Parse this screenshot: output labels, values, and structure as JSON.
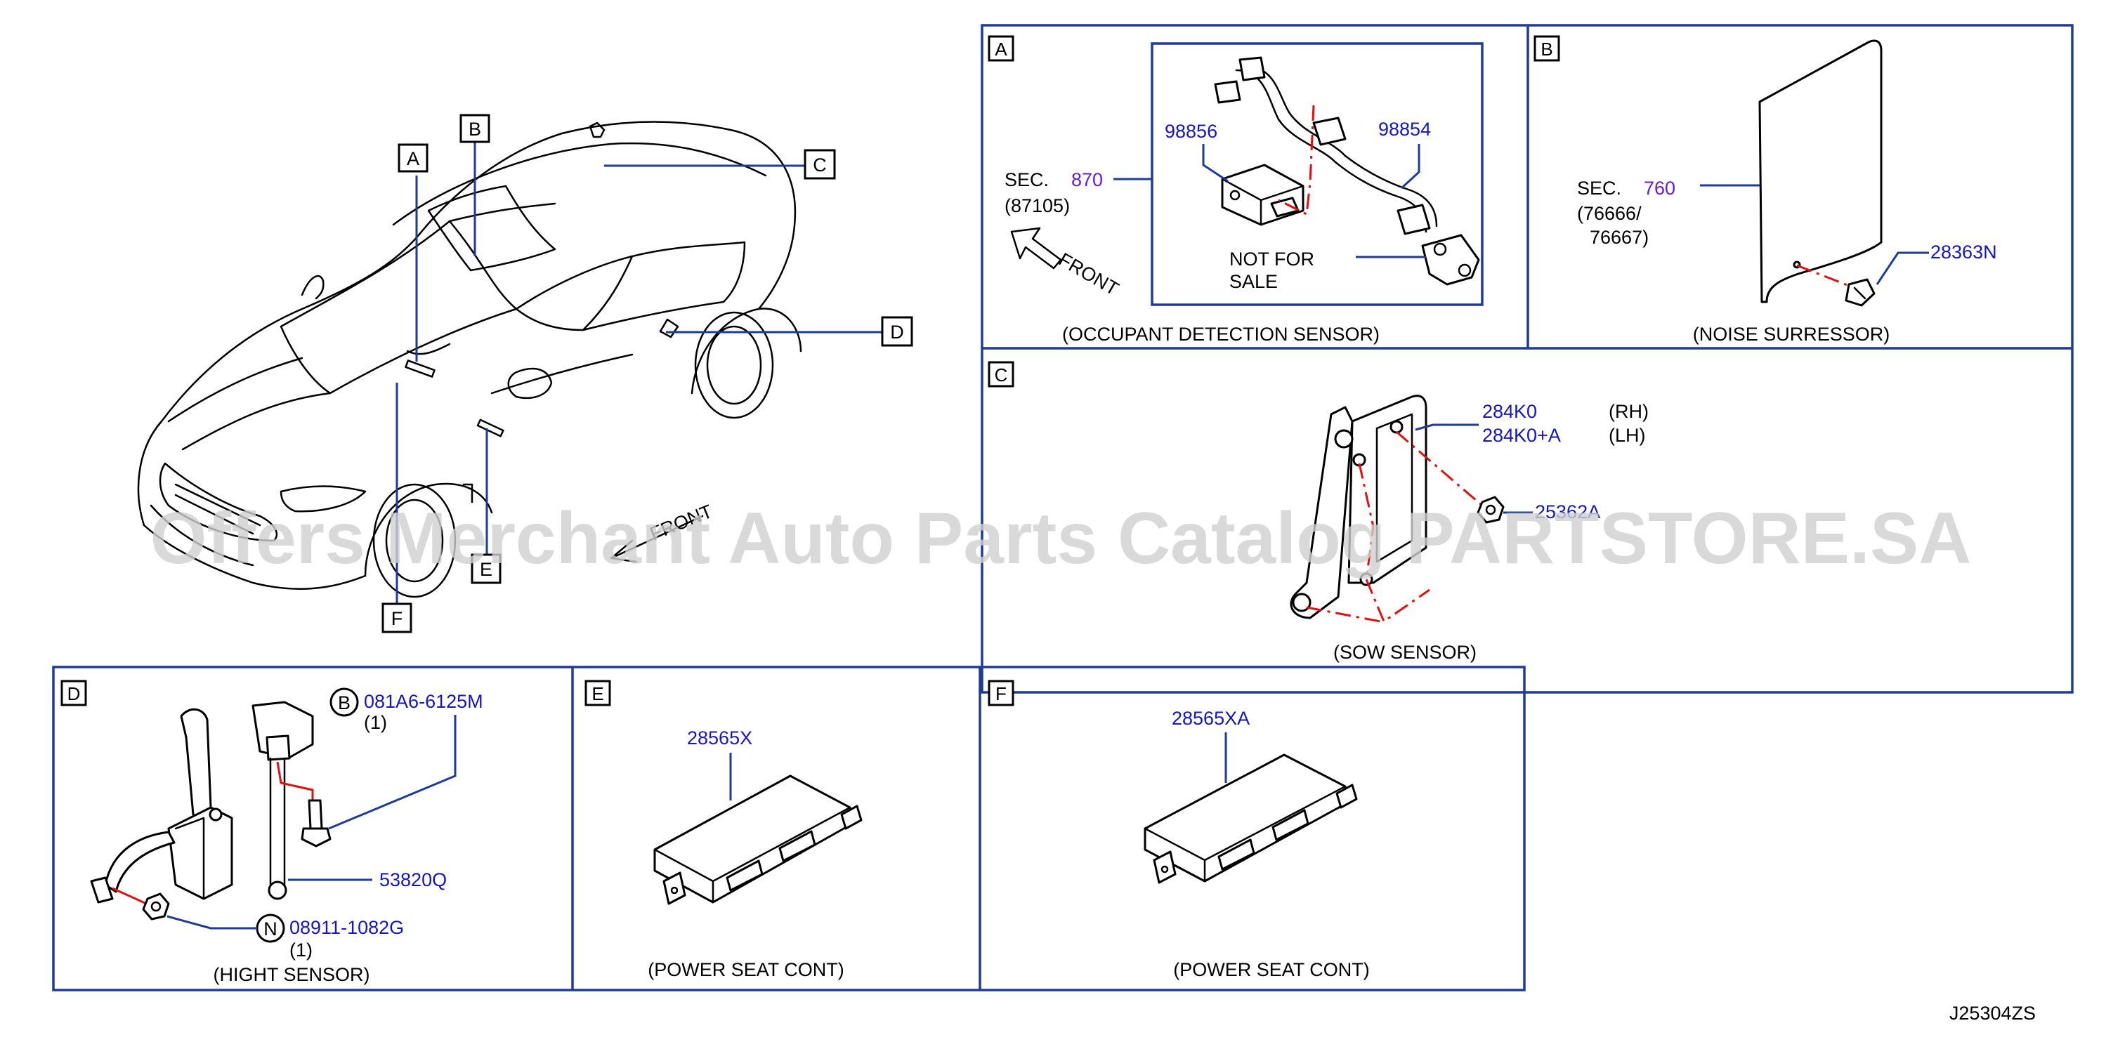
{
  "diagram_code": "J25304ZS",
  "watermark": "Offers Merchant Auto Parts Catalog PARTSTORE.SA",
  "colors": {
    "frame": "#1e3a9a",
    "part_number": "#1515c8",
    "section_number": "#6a1bd0",
    "exploded_line": "#e01010"
  },
  "overview": {
    "callouts": [
      "A",
      "B",
      "C",
      "D",
      "E",
      "F"
    ],
    "front_label": "FRONT"
  },
  "panels": {
    "A": {
      "letter": "A",
      "caption": "(OCCUPANT   DETECTION   SENSOR)",
      "sec_prefix": "SEC.",
      "sec_number": "870",
      "sec_sub": "(87105)",
      "front_label": "FRONT",
      "part_left": "98856",
      "part_right": "98854",
      "nfs_line1": "NOT   FOR",
      "nfs_line2": "SALE"
    },
    "B": {
      "letter": "B",
      "caption": "(NOISE   SURRESSOR)",
      "sec_prefix": "SEC.",
      "sec_number": "760",
      "sec_sub1": "(76666/",
      "sec_sub2": "76667)",
      "part": "28363N"
    },
    "C": {
      "letter": "C",
      "caption": "(SOW   SENSOR)",
      "part_rh": "284K0",
      "side_rh": "(RH)",
      "part_lh": "284K0+A",
      "side_lh": "(LH)",
      "part_nut": "25362A"
    },
    "D": {
      "letter": "D",
      "caption": "(HIGHT   SENSOR)",
      "bolt_symbol": "B",
      "bolt_part": "081A6-6125M",
      "bolt_qty": "(1)",
      "link_part": "53820Q",
      "nut_symbol": "N",
      "nut_part": "08911-1082G",
      "nut_qty": "(1)"
    },
    "E": {
      "letter": "E",
      "caption": "(POWER   SEAT   CONT)",
      "part": "28565X"
    },
    "F": {
      "letter": "F",
      "caption": "(POWER   SEAT   CONT)",
      "part": "28565XA"
    }
  }
}
